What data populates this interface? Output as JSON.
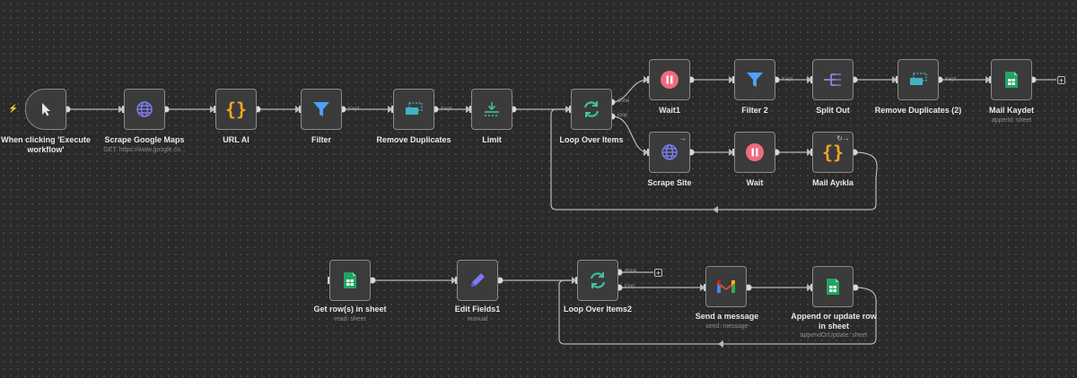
{
  "canvas": {
    "trigger_icon": "lightning-icon",
    "nodes": {
      "execute_workflow": {
        "title": "When clicking 'Execute workflow'",
        "icon": "cursor-icon"
      },
      "scrape_google_maps": {
        "title": "Scrape Google Maps",
        "subtitle": "GET: https://www.google.co...",
        "icon": "globe-icon"
      },
      "url_ai": {
        "title": "URL AI",
        "icon": "code-braces-icon"
      },
      "filter": {
        "title": "Filter",
        "icon": "filter-icon"
      },
      "remove_duplicates": {
        "title": "Remove Duplicates",
        "icon": "remove-duplicates-icon"
      },
      "limit": {
        "title": "Limit",
        "icon": "limit-icon"
      },
      "loop_over_items": {
        "title": "Loop Over Items",
        "icon": "loop-icon"
      },
      "wait1": {
        "title": "Wait1",
        "icon": "pause-icon"
      },
      "filter2": {
        "title": "Filter 2",
        "icon": "filter-icon"
      },
      "split_out": {
        "title": "Split Out",
        "icon": "split-out-icon"
      },
      "remove_duplicates2": {
        "title": "Remove Duplicates (2)",
        "icon": "remove-duplicates-icon"
      },
      "mail_kaydet": {
        "title": "Mail Kaydet",
        "subtitle": "append: sheet",
        "icon": "google-sheets-icon"
      },
      "scrape_site": {
        "title": "Scrape Site",
        "icon": "globe-icon"
      },
      "wait": {
        "title": "Wait",
        "icon": "pause-icon"
      },
      "mail_ayikla": {
        "title": "Mail Ayıkla",
        "icon": "code-braces-icon"
      },
      "get_rows": {
        "title": "Get row(s) in sheet",
        "subtitle": "read: sheet",
        "icon": "google-sheets-icon"
      },
      "edit_fields1": {
        "title": "Edit Fields1",
        "subtitle": "manual",
        "icon": "pencil-icon"
      },
      "loop_over_items2": {
        "title": "Loop Over Items2",
        "icon": "loop-icon"
      },
      "send_message": {
        "title": "Send a message",
        "subtitle": "send: message",
        "icon": "gmail-icon"
      },
      "append_update": {
        "title": "Append or update row in sheet",
        "subtitle": "appendOrUpdate: sheet",
        "icon": "google-sheets-icon"
      }
    },
    "port_labels": {
      "kept": "Kept",
      "done": "done",
      "loop": "loop"
    },
    "plus_symbol": "+",
    "colors": {
      "background": "#2a2a2a",
      "node_bg": "#3b3b3b",
      "node_border": "#8a8a8a",
      "wire": "#b8b8b8",
      "globe": "#7b7bf0",
      "code": "#f5a623",
      "filter": "#4aa3f7",
      "dup": "#40b4c4",
      "limit": "#3ec48a",
      "loop": "#3ec4a0",
      "wait": "#ef6b7e",
      "split": "#a57be0",
      "sheets": "#21a464",
      "trigger": "#ff6d5a"
    }
  }
}
